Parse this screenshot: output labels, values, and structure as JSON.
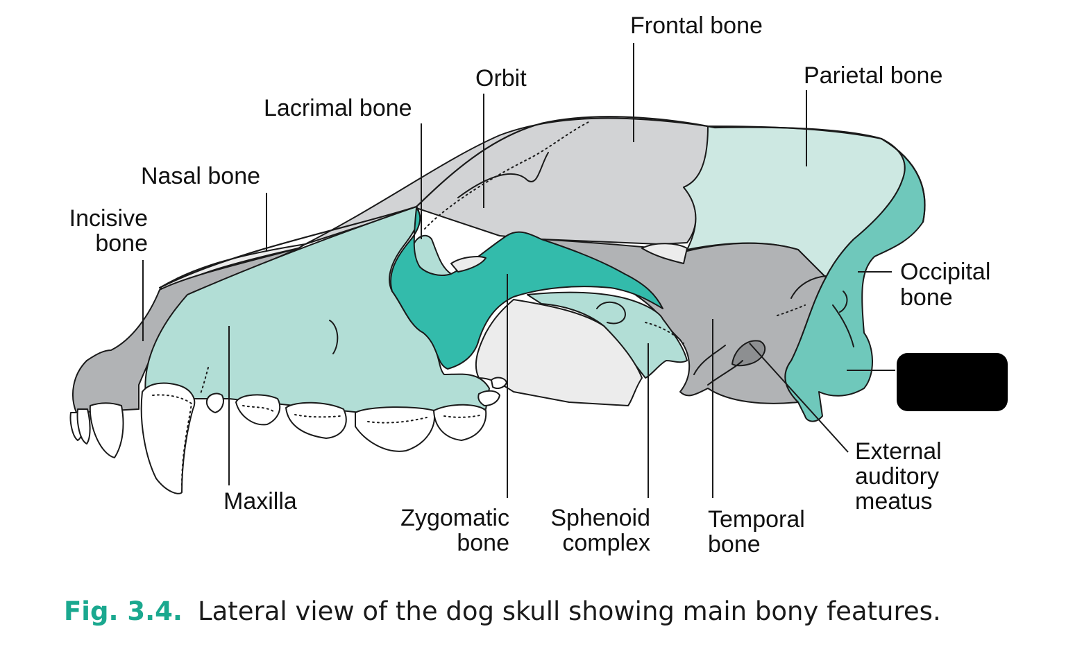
{
  "labels": {
    "frontal_bone": "Frontal bone",
    "parietal_bone": "Parietal bone",
    "orbit": "Orbit",
    "lacrimal_bone": "Lacrimal bone",
    "nasal_bone": "Nasal bone",
    "incisive_bone_1": "Incisive",
    "incisive_bone_2": "bone",
    "occipital_bone_1": "Occipital",
    "occipital_bone_2": "bone",
    "external_auditory_meatus_1": "External",
    "external_auditory_meatus_2": "auditory",
    "external_auditory_meatus_3": "meatus",
    "maxilla": "Maxilla",
    "zygomatic_bone_1": "Zygomatic",
    "zygomatic_bone_2": "bone",
    "sphenoid_complex_1": "Sphenoid",
    "sphenoid_complex_2": "complex",
    "temporal_bone_1": "Temporal",
    "temporal_bone_2": "bone"
  },
  "caption": {
    "number": "Fig. 3.4.",
    "text": "Lateral view of the dog skull showing main bony features."
  },
  "colors": {
    "light_teal": "#b2ded6",
    "pale_teal": "#cde8e2",
    "mid_teal": "#6fc8bb",
    "dark_teal": "#33bbab",
    "light_grey": "#d2d3d5",
    "mid_grey": "#b1b3b5",
    "dark_grey": "#8d8f91",
    "tooth_white": "#ffffff",
    "caption_accent": "#1aa88f"
  }
}
